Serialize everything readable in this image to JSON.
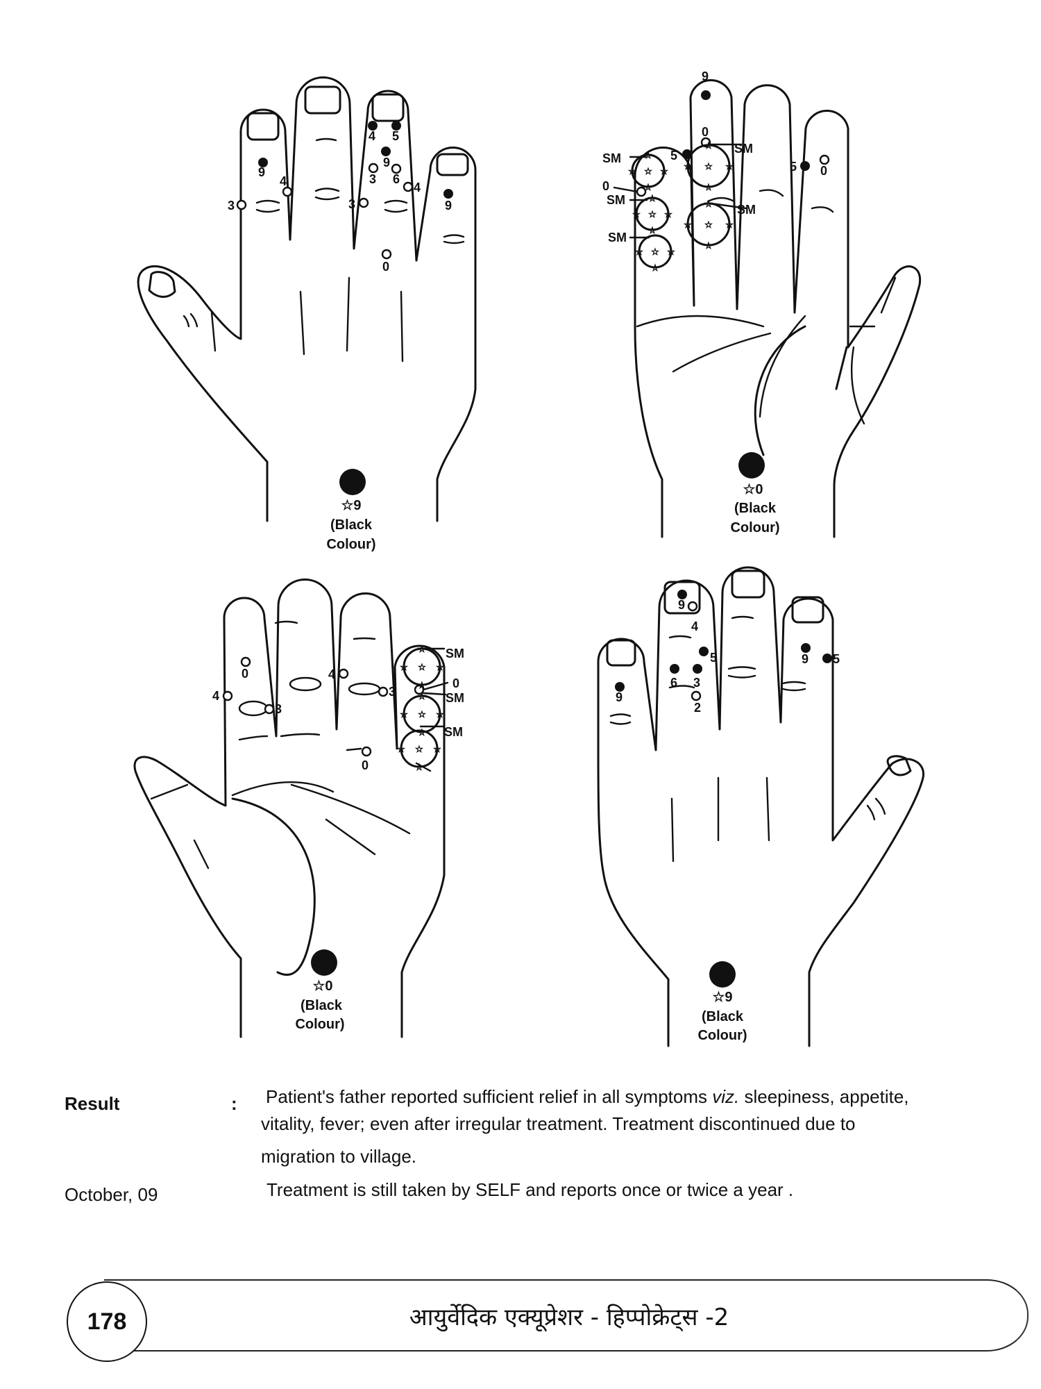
{
  "star_symbol": "☆",
  "hands": [
    {
      "labels": [
        "9",
        "4",
        "3",
        "4",
        "5",
        "9",
        "3",
        "6",
        "4",
        "3",
        "9",
        "0"
      ],
      "caption": [
        "☆9",
        "(Black",
        "Colour)"
      ]
    },
    {
      "labels": [
        "9",
        "0",
        "SM",
        "5",
        "SM",
        "SM",
        "0",
        "SM",
        "SM",
        "5",
        "0"
      ],
      "caption": [
        "☆0",
        "(Black",
        "Colour)"
      ]
    },
    {
      "labels": [
        "0",
        "4",
        "3",
        "4",
        "3",
        "SM",
        "0",
        "SM",
        "SM",
        "0"
      ],
      "caption": [
        "☆0",
        "(Black",
        "Colour)"
      ]
    },
    {
      "labels": [
        "9",
        "4",
        "5",
        "6",
        "3",
        "2",
        "9",
        "9",
        "5"
      ],
      "caption": [
        "☆9",
        "(Black",
        "Colour)"
      ]
    }
  ],
  "result": {
    "label": "Result",
    "colon": ":",
    "lines": [
      "Patient's father reported sufficient relief in all symptoms",
      "viz.",
      "sleepiness, appetite,",
      "vitality, fever; even after irregular treatment. Treatment discontinued due to",
      "migration to village."
    ]
  },
  "followup": {
    "date": "October, 09",
    "text": "Treatment is still taken by SELF and reports once or twice a year ."
  },
  "footer": {
    "page_number": "178",
    "title": "आयुर्वेदिक एक्यूप्रेशर - हिप्पोक्रेट्स -2"
  }
}
